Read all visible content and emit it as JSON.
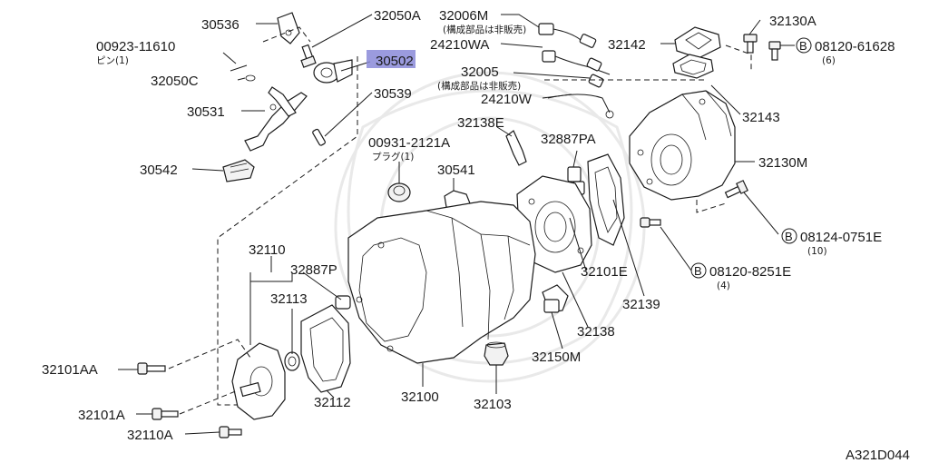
{
  "labels": {
    "p30536": "30536",
    "p32050A": "32050A",
    "p32006M": "32006M",
    "p32006M_note": "(構成部品は非販売)",
    "p32130A": "32130A",
    "p00923": "00923-11610",
    "p00923_sub": "ピン(1)",
    "p30502": "30502",
    "p24210WA": "24210WA",
    "p32142": "32142",
    "pB08120_61628": "08120-61628",
    "pB08120_61628_qty": "(6)",
    "p32050C": "32050C",
    "p32005": "32005",
    "p32005_note": "(構成部品は非販売)",
    "p30539": "30539",
    "p24210W": "24210W",
    "p30531": "30531",
    "p32143": "32143",
    "p32138E": "32138E",
    "p00931": "00931-2121A",
    "p00931_sub": "プラグ(1)",
    "p32887PA": "32887PA",
    "p30541": "30541",
    "p32130M": "32130M",
    "p30542": "30542",
    "pB08124": "08124-0751E",
    "pB08124_qty": "(10)",
    "p32110": "32110",
    "p32887P": "32887P",
    "p32101E": "32101E",
    "pB08120_8251E": "08120-8251E",
    "pB08120_8251E_qty": "(4)",
    "p32113": "32113",
    "p32139": "32139",
    "p32138": "32138",
    "p32101AA": "32101AA",
    "p32150M": "32150M",
    "p32112": "32112",
    "p32100": "32100",
    "p32103": "32103",
    "p32101A": "32101A",
    "p32110A": "32110A",
    "bolt_marker": "B",
    "figure_code": "A321D044"
  },
  "highlight_color": "#8a8ad8"
}
